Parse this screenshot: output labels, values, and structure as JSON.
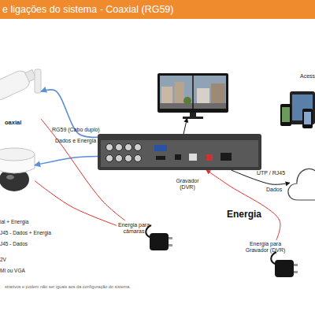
{
  "diagram": {
    "title": "e ligações do sistema - Coaxial (RG59)",
    "caption": "strativos e podem não ser iguais aos da configuração do sistema.",
    "nodes": [
      {
        "text": [
          "oaxial"
        ]
      },
      {
        "text": []
      },
      {
        "text": [
          "Acess"
        ]
      },
      {
        "text": []
      },
      {
        "text": [
          "Gravador (DVR)"
        ]
      },
      {
        "text": []
      },
      {
        "text": [
          "Energia para câmaras"
        ]
      },
      {
        "text": [
          "Energia para Gravador (DVR)"
        ]
      }
    ],
    "edges": [
      {
        "from": 4,
        "to": 0,
        "arrow": "to"
      },
      {
        "from": 4,
        "to": 3,
        "arrow": "to"
      },
      {
        "from": 6,
        "to": 0,
        "arrow": "none"
      },
      {
        "from": 6,
        "to": 3,
        "arrow": "none"
      },
      {
        "from": 4,
        "to": 1,
        "arrow": "to"
      },
      {
        "from": 4,
        "to": 5,
        "arrow": "to"
      },
      {
        "from": 7,
        "to": 4,
        "arrow": "to"
      }
    ],
    "labels": [
      "RG59 (Cabo duplo)",
      "Dados e Energia",
      "Energia",
      "UTP / RJ45",
      "Dados",
      "ial + Energia",
      "J45 - Dados + Energia",
      "J45 - Dados",
      "2V",
      "MI ou VGA"
    ]
  }
}
